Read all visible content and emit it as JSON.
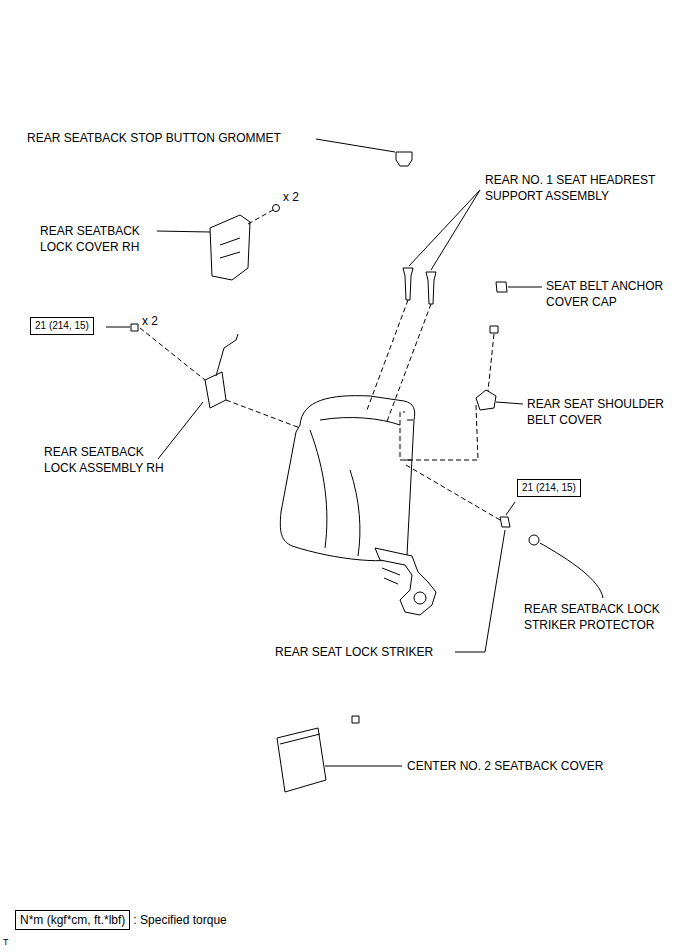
{
  "diagram": {
    "nodes": [
      {
        "text": [
          "21 (214, 15)"
        ]
      },
      {
        "text": [
          "21 (214, 15)"
        ]
      },
      {
        "text": [
          "N*m (kgf*cm, ft.*lbf)"
        ]
      }
    ],
    "labels": [
      "REAR SEATBACK STOP BUTTON GROMMET",
      "REAR NO. 1 SEAT HEADREST SUPPORT ASSEMBLY",
      "x 2",
      "REAR SEATBACK LOCK COVER RH",
      "SEAT BELT ANCHOR COVER CAP",
      "x 2",
      "REAR SEAT SHOULDER BELT COVER",
      "REAR SEATBACK LOCK ASSEMBLY RH",
      "REAR SEATBACK LOCK STRIKER PROTECTOR",
      "REAR SEAT LOCK STRIKER",
      "CENTER NO. 2 SEATBACK COVER",
      ": Specified torque",
      "T"
    ]
  }
}
